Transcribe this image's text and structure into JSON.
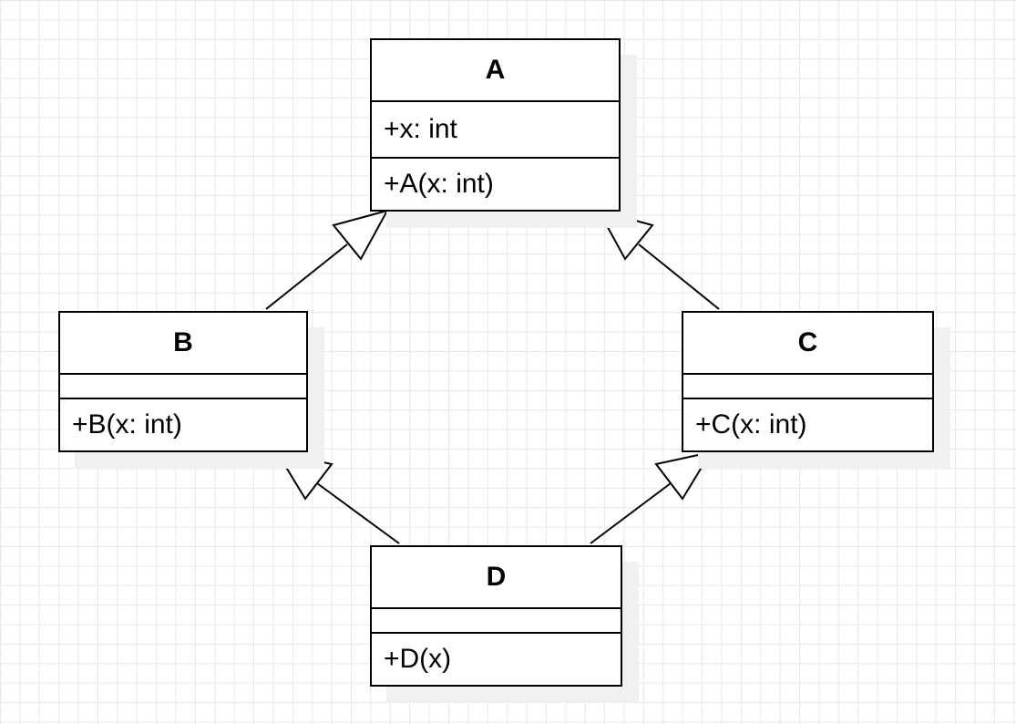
{
  "diagram": {
    "classes": {
      "A": {
        "name": "A",
        "attributes": "+x: int",
        "operations": "+A(x: int)"
      },
      "B": {
        "name": "B",
        "attributes": "",
        "operations": "+B(x: int)"
      },
      "C": {
        "name": "C",
        "attributes": "",
        "operations": "+C(x: int)"
      },
      "D": {
        "name": "D",
        "attributes": "",
        "operations": "+D(x)"
      }
    },
    "relationships": [
      {
        "type": "generalization",
        "from": "B",
        "to": "A"
      },
      {
        "type": "generalization",
        "from": "C",
        "to": "A"
      },
      {
        "type": "generalization",
        "from": "D",
        "to": "B"
      },
      {
        "type": "generalization",
        "from": "D",
        "to": "C"
      }
    ]
  }
}
